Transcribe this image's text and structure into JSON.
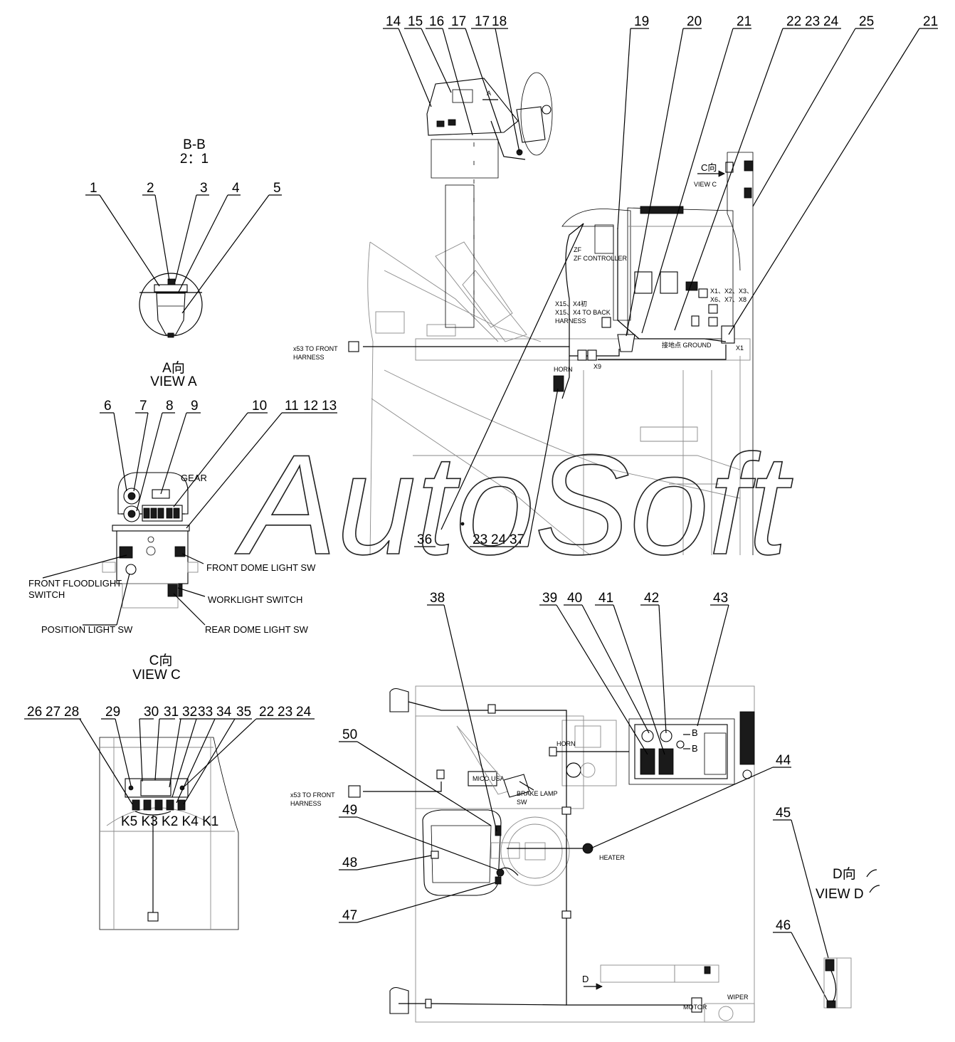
{
  "watermark": "AutoSoft",
  "views": {
    "bb": {
      "title": "B-B",
      "scale": "2：1"
    },
    "a": {
      "title_cn": "A向",
      "title_en": "VIEW A"
    },
    "c": {
      "title_cn": "C向",
      "title_en": "VIEW C"
    },
    "d": {
      "title_cn": "D向",
      "title_en": "VIEW D"
    }
  },
  "callouts": {
    "c1": "1",
    "c2": "2",
    "c3": "3",
    "c4": "4",
    "c5": "5",
    "c6": "6",
    "c7": "7",
    "c8": "8",
    "c9": "9",
    "c10": "10",
    "c11": "11",
    "c12": "12",
    "c13": "13",
    "c14": "14",
    "c15": "15",
    "c16": "16",
    "c17a": "17",
    "c17b": "17",
    "c18": "18",
    "c19": "19",
    "c20": "20",
    "c21a": "21",
    "c22a": "22",
    "c23a": "23",
    "c24a": "24",
    "c25": "25",
    "c21b": "21",
    "c26": "26",
    "c27": "27",
    "c28": "28",
    "c29": "29",
    "c30": "30",
    "c31": "31",
    "c32": "32",
    "c33": "33",
    "c34": "34",
    "c35": "35",
    "c22b": "22",
    "c23b": "23",
    "c24b": "24",
    "c36": "36",
    "c23c": "23",
    "c24c": "24",
    "c37": "37",
    "c38": "38",
    "c39": "39",
    "c40": "40",
    "c41": "41",
    "c42": "42",
    "c43": "43",
    "c44": "44",
    "c45": "45",
    "c46": "46",
    "c47": "47",
    "c48": "48",
    "c49": "49",
    "c50": "50"
  },
  "labels": {
    "gear": "GEAR",
    "front_floodlight": "FRONT FLOODLIGHT",
    "switch": "SWITCH",
    "front_dome": "FRONT DOME LIGHT  SW",
    "worklight": "WORKLIGHT SWITCH",
    "position_light": "POSITION LIGHT SW",
    "rear_dome": "REAR DOME LIGHT SW",
    "view_c_arrow_cn": "C向",
    "view_c_arrow_en": "VIEW C",
    "arrow_a": "A",
    "zf": "ZF",
    "zf_controller": "ZF CONTROLLER",
    "x15_1": "X15、X4初",
    "x15_2": "X15、X4 TO BACK",
    "harness": "HARNESS",
    "x1_x2_x3": "X1、X2、X3、",
    "x6_x7_x8": "X6、X7、X8",
    "ground": "接地点 GROUND",
    "x1": "X1",
    "x9": "X9",
    "horn_top": "HORN",
    "x53_top_1": "x53 TO FRONT",
    "x53_top_2": "HARNESS",
    "relays": "K5 K3 K2 K4 K1",
    "horn_bottom": "HORN",
    "b1": "B",
    "b2": "B",
    "x53_bottom_1": "x53 TO FRONT",
    "x53_bottom_2": "HARNESS",
    "brake_lamp": "BRAKE LAMP",
    "sw": "SW",
    "heater": "HEATER",
    "d_arrow": "D",
    "motor": "MOTOR",
    "wiper": "WIPER",
    "mico": "MICO USA"
  }
}
